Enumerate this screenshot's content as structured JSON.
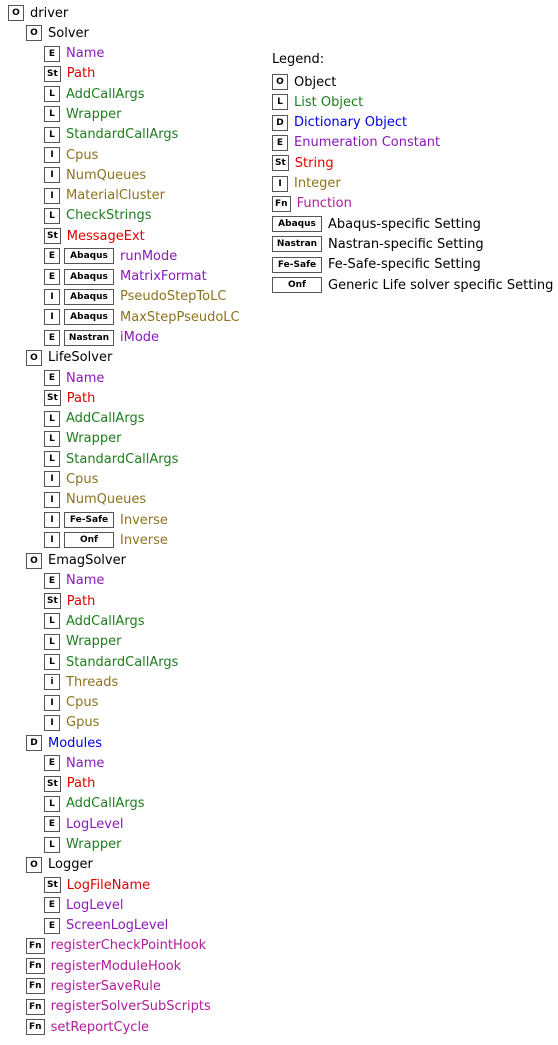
{
  "colors": {
    "object": "#000000",
    "list": "#1e7d1e",
    "dictionary": "#0000dd",
    "enumeration": "#8a1ab8",
    "string": "#e00000",
    "integer": "#8b7320",
    "function": "#b01e9a"
  },
  "tree": [
    {
      "badge": "O",
      "label": "driver",
      "kind": "object",
      "level": 0
    },
    {
      "badge": "O",
      "label": "Solver",
      "kind": "object",
      "level": 1
    },
    {
      "badge": "E",
      "label": "Name",
      "kind": "enumeration",
      "level": 2
    },
    {
      "badge": "St",
      "label": "Path",
      "kind": "string",
      "level": 2
    },
    {
      "badge": "L",
      "label": "AddCallArgs",
      "kind": "list",
      "level": 2
    },
    {
      "badge": "L",
      "label": "Wrapper",
      "kind": "list",
      "level": 2
    },
    {
      "badge": "L",
      "label": "StandardCallArgs",
      "kind": "list",
      "level": 2
    },
    {
      "badge": "I",
      "label": "Cpus",
      "kind": "integer",
      "level": 2
    },
    {
      "badge": "I",
      "label": "NumQueues",
      "kind": "integer",
      "level": 2
    },
    {
      "badge": "I",
      "label": "MaterialCluster",
      "kind": "integer",
      "level": 2
    },
    {
      "badge": "L",
      "label": "CheckStrings",
      "kind": "list",
      "level": 2
    },
    {
      "badge": "St",
      "label": "MessageExt",
      "kind": "string",
      "level": 2
    },
    {
      "badge": "E",
      "solver": "Abaqus",
      "label": "runMode",
      "kind": "enumeration",
      "level": 2
    },
    {
      "badge": "E",
      "solver": "Abaqus",
      "label": "MatrixFormat",
      "kind": "enumeration",
      "level": 2
    },
    {
      "badge": "I",
      "solver": "Abaqus",
      "label": "PseudoStepToLC",
      "kind": "integer",
      "level": 2
    },
    {
      "badge": "I",
      "solver": "Abaqus",
      "label": "MaxStepPseudoLC",
      "kind": "integer",
      "level": 2
    },
    {
      "badge": "E",
      "solver": "Nastran",
      "label": "iMode",
      "kind": "enumeration",
      "level": 2
    },
    {
      "badge": "O",
      "label": "LifeSolver",
      "kind": "object",
      "level": 1
    },
    {
      "badge": "E",
      "label": "Name",
      "kind": "enumeration",
      "level": 2
    },
    {
      "badge": "St",
      "label": "Path",
      "kind": "string",
      "level": 2
    },
    {
      "badge": "L",
      "label": "AddCallArgs",
      "kind": "list",
      "level": 2
    },
    {
      "badge": "L",
      "label": "Wrapper",
      "kind": "list",
      "level": 2
    },
    {
      "badge": "L",
      "label": "StandardCallArgs",
      "kind": "list",
      "level": 2
    },
    {
      "badge": "I",
      "label": "Cpus",
      "kind": "integer",
      "level": 2
    },
    {
      "badge": "I",
      "label": "NumQueues",
      "kind": "integer",
      "level": 2
    },
    {
      "badge": "I",
      "solver": "Fe-Safe",
      "label": "Inverse",
      "kind": "integer",
      "level": 2
    },
    {
      "badge": "I",
      "solver": "Onf",
      "label": "Inverse",
      "kind": "integer",
      "level": 2
    },
    {
      "badge": "O",
      "label": "EmagSolver",
      "kind": "object",
      "level": 1
    },
    {
      "badge": "E",
      "label": "Name",
      "kind": "enumeration",
      "level": 2
    },
    {
      "badge": "St",
      "label": "Path",
      "kind": "string",
      "level": 2
    },
    {
      "badge": "L",
      "label": "AddCallArgs",
      "kind": "list",
      "level": 2
    },
    {
      "badge": "L",
      "label": "Wrapper",
      "kind": "list",
      "level": 2
    },
    {
      "badge": "L",
      "label": "StandardCallArgs",
      "kind": "list",
      "level": 2
    },
    {
      "badge": "i",
      "label": "Threads",
      "kind": "integer",
      "level": 2
    },
    {
      "badge": "I",
      "label": "Cpus",
      "kind": "integer",
      "level": 2
    },
    {
      "badge": "I",
      "label": "Gpus",
      "kind": "integer",
      "level": 2
    },
    {
      "badge": "D",
      "label": "Modules",
      "kind": "dictionary",
      "level": 1
    },
    {
      "badge": "E",
      "label": "Name",
      "kind": "enumeration",
      "level": 2
    },
    {
      "badge": "St",
      "label": "Path",
      "kind": "string",
      "level": 2
    },
    {
      "badge": "L",
      "label": "AddCallArgs",
      "kind": "list",
      "level": 2
    },
    {
      "badge": "E",
      "label": "LogLevel",
      "kind": "enumeration",
      "level": 2
    },
    {
      "badge": "L",
      "label": "Wrapper",
      "kind": "list",
      "level": 2
    },
    {
      "badge": "O",
      "label": "Logger",
      "kind": "object",
      "level": 1
    },
    {
      "badge": "St",
      "label": "LogFileName",
      "kind": "string",
      "level": 2
    },
    {
      "badge": "E",
      "label": "LogLevel",
      "kind": "enumeration",
      "level": 2
    },
    {
      "badge": "E",
      "label": "ScreenLogLevel",
      "kind": "enumeration",
      "level": 2
    },
    {
      "badge": "Fn",
      "label": "registerCheckPointHook",
      "kind": "function",
      "level": 1
    },
    {
      "badge": "Fn",
      "label": "registerModuleHook",
      "kind": "function",
      "level": 1
    },
    {
      "badge": "Fn",
      "label": "registerSaveRule",
      "kind": "function",
      "level": 1
    },
    {
      "badge": "Fn",
      "label": "registerSolverSubScripts",
      "kind": "function",
      "level": 1
    },
    {
      "badge": "Fn",
      "label": "setReportCycle",
      "kind": "function",
      "level": 1
    }
  ],
  "legend": {
    "title": "Legend:",
    "items": [
      {
        "badge": "O",
        "label": "Object",
        "kind": "object"
      },
      {
        "badge": "L",
        "label": "List Object",
        "kind": "list"
      },
      {
        "badge": "D",
        "label": "Dictionary Object",
        "kind": "dictionary"
      },
      {
        "badge": "E",
        "label": "Enumeration Constant",
        "kind": "enumeration"
      },
      {
        "badge": "St",
        "label": "String",
        "kind": "string"
      },
      {
        "badge": "I",
        "label": "Integer",
        "kind": "integer"
      },
      {
        "badge": "Fn",
        "label": "Function",
        "kind": "function"
      },
      {
        "wide": "Abaqus",
        "label": "Abaqus-specific Setting",
        "kind": "object"
      },
      {
        "wide": "Nastran",
        "label": "Nastran-specific Setting",
        "kind": "object"
      },
      {
        "wide": "Fe-Safe",
        "label": "Fe-Safe-specific Setting",
        "kind": "object"
      },
      {
        "wide": "Onf",
        "label": "Generic Life solver specific Setting",
        "kind": "object"
      }
    ]
  }
}
